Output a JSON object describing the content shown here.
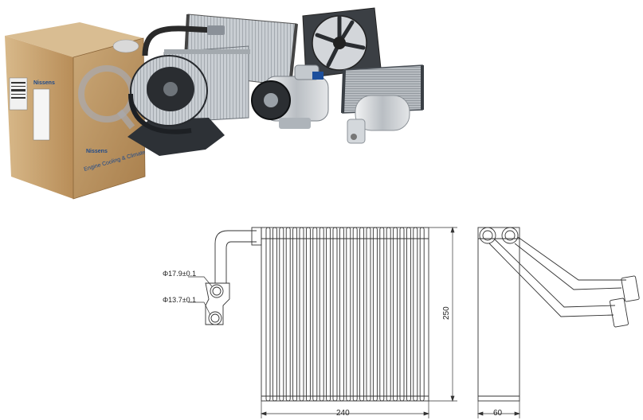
{
  "product_photo": {
    "box_brand": "Nissens",
    "box_side_label": "Nissens",
    "box_tagline": "Engine Cooling & Climate"
  },
  "drawing": {
    "dimension_width": "240",
    "dimension_height": "250",
    "dimension_depth": "60",
    "pipe_outer_diameter": "Φ17.9±0.1",
    "pipe_inner_diameter": "Φ13.7±0.1"
  }
}
